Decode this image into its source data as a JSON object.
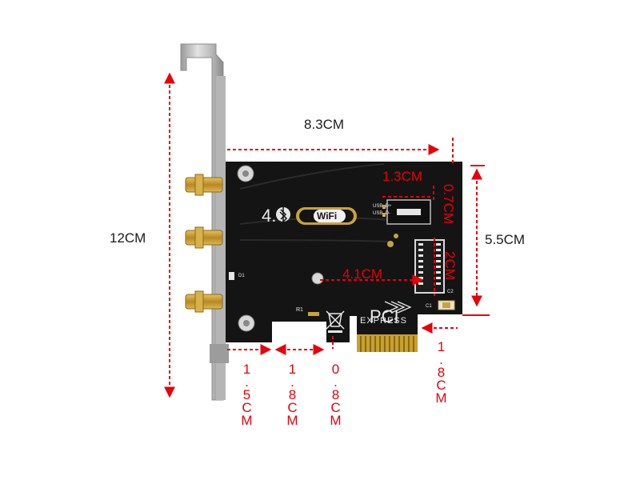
{
  "dimensions": {
    "width_total": "8.3CM",
    "height_board": "5.5CM",
    "height_bracket": "12CM",
    "connector_width": "1.3CM",
    "connector_height": "0.7CM",
    "m2_slot_length": "4.1CM",
    "m2_slot_width": "2CM",
    "edge_left_offset": "1.5CM",
    "edge_gap_one": "1.8CM",
    "edge_key_width": "0.8CM",
    "edge_connector_width": "1.8CM"
  },
  "board": {
    "bt_version": "4.",
    "wifi_logo": "WiFi",
    "pci_logo": "PCI",
    "pci_express": "EXPRESS",
    "usb_plus": "USB_D+",
    "usb_minus": "USB_D-",
    "d1": "D1",
    "r1": "R1",
    "c1": "C1",
    "c2": "C2"
  },
  "colors": {
    "dimension_red": "#e8000a",
    "board_black": "#111111",
    "bracket_silver": "#c9c9c9",
    "gold": "#c9a23a"
  },
  "icons": [
    "bluetooth-icon",
    "weee-crossed-bin-icon",
    "pci-express-chevrons-icon"
  ]
}
